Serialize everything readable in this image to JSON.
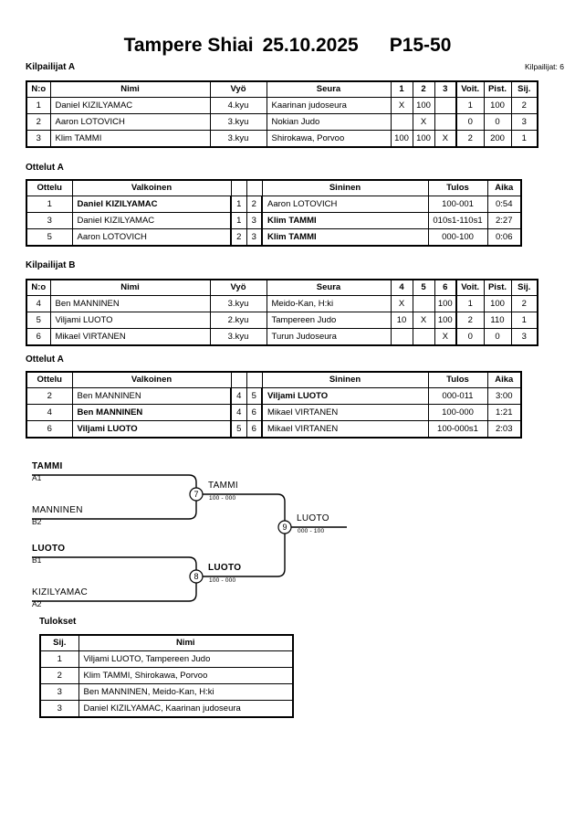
{
  "header": {
    "event": "Tampere Shiai",
    "date": "25.10.2025",
    "category": "P15-50",
    "entrants_label": "Kilpailijat: 6"
  },
  "pool_a": {
    "caption": "Kilpailijat A",
    "columns": [
      "N:o",
      "Nimi",
      "Vyö",
      "Seura",
      "1",
      "2",
      "3",
      "Voit.",
      "Pist.",
      "Sij."
    ],
    "rows": [
      {
        "no": "1",
        "name": "Daniel KIZILYAMAC",
        "grade": "4.kyu",
        "club": "Kaarinan judoseura",
        "m1": "X",
        "m2": "100",
        "m3": "",
        "wins": "1",
        "points": "100",
        "rank": "2"
      },
      {
        "no": "2",
        "name": "Aaron LOTOVICH",
        "grade": "3.kyu",
        "club": "Nokian Judo",
        "m1": "",
        "m2": "X",
        "m3": "",
        "wins": "0",
        "points": "0",
        "rank": "3"
      },
      {
        "no": "3",
        "name": "Klim TAMMI",
        "grade": "3.kyu",
        "club": "Shirokawa, Porvoo",
        "m1": "100",
        "m2": "100",
        "m3": "X",
        "wins": "2",
        "points": "200",
        "rank": "1"
      }
    ]
  },
  "bouts_a": {
    "caption": "Ottelut A",
    "columns": [
      "Ottelu",
      "Valkoinen",
      "",
      "",
      "Sininen",
      "Tulos",
      "Aika"
    ],
    "rows": [
      {
        "bout": "1",
        "white": "Daniel KIZILYAMAC",
        "white_bold": true,
        "wno": "1",
        "bno": "2",
        "blue": "Aaron LOTOVICH",
        "blue_bold": false,
        "result": "100-001",
        "time": "0:54"
      },
      {
        "bout": "3",
        "white": "Daniel KIZILYAMAC",
        "white_bold": false,
        "wno": "1",
        "bno": "3",
        "blue": "Klim TAMMI",
        "blue_bold": true,
        "result": "010s1-110s1",
        "time": "2:27"
      },
      {
        "bout": "5",
        "white": "Aaron LOTOVICH",
        "white_bold": false,
        "wno": "2",
        "bno": "3",
        "blue": "Klim TAMMI",
        "blue_bold": true,
        "result": "000-100",
        "time": "0:06"
      }
    ]
  },
  "pool_b": {
    "caption": "Kilpailijat B",
    "columns": [
      "N:o",
      "Nimi",
      "Vyö",
      "Seura",
      "4",
      "5",
      "6",
      "Voit.",
      "Pist.",
      "Sij."
    ],
    "rows": [
      {
        "no": "4",
        "name": "Ben MANNINEN",
        "grade": "3.kyu",
        "club": "Meido-Kan, H:ki",
        "m1": "X",
        "m2": "",
        "m3": "100",
        "wins": "1",
        "points": "100",
        "rank": "2"
      },
      {
        "no": "5",
        "name": "Viljami LUOTO",
        "grade": "2.kyu",
        "club": "Tampereen Judo",
        "m1": "10",
        "m2": "X",
        "m3": "100",
        "wins": "2",
        "points": "110",
        "rank": "1"
      },
      {
        "no": "6",
        "name": "Mikael VIRTANEN",
        "grade": "3.kyu",
        "club": "Turun Judoseura",
        "m1": "",
        "m2": "",
        "m3": "X",
        "wins": "0",
        "points": "0",
        "rank": "3"
      }
    ]
  },
  "bouts_b": {
    "caption": "Ottelut A",
    "columns": [
      "Ottelu",
      "Valkoinen",
      "",
      "",
      "Sininen",
      "Tulos",
      "Aika"
    ],
    "rows": [
      {
        "bout": "2",
        "white": "Ben MANNINEN",
        "white_bold": false,
        "wno": "4",
        "bno": "5",
        "blue": "Viljami LUOTO",
        "blue_bold": true,
        "result": "000-011",
        "time": "3:00"
      },
      {
        "bout": "4",
        "white": "Ben MANNINEN",
        "white_bold": true,
        "wno": "4",
        "bno": "6",
        "blue": "Mikael VIRTANEN",
        "blue_bold": false,
        "result": "100-000",
        "time": "1:21"
      },
      {
        "bout": "6",
        "white": "Viljami LUOTO",
        "white_bold": true,
        "wno": "5",
        "bno": "6",
        "blue": "Mikael VIRTANEN",
        "blue_bold": false,
        "result": "100-000s1",
        "time": "2:03"
      }
    ]
  },
  "bracket": {
    "entries": [
      {
        "name": "TAMMI",
        "seed": "A1",
        "bold": true
      },
      {
        "name": "MANNINEN",
        "seed": "B2",
        "bold": false
      },
      {
        "name": "LUOTO",
        "seed": "B1",
        "bold": true
      },
      {
        "name": "KIZILYAMAC",
        "seed": "A2",
        "bold": false
      }
    ],
    "semifinals": [
      {
        "number": "7",
        "winner": "TAMMI",
        "score": "100 - 000",
        "bold": false
      },
      {
        "number": "8",
        "winner": "LUOTO",
        "score": "100 - 000",
        "bold": true
      }
    ],
    "final": {
      "number": "9",
      "winner": "LUOTO",
      "score": "000 - 100",
      "bold": false
    }
  },
  "results": {
    "caption": "Tulokset",
    "columns": [
      "Sij.",
      "Nimi"
    ],
    "rows": [
      {
        "rank": "1",
        "name": "Viljami LUOTO, Tampereen Judo"
      },
      {
        "rank": "2",
        "name": "Klim TAMMI, Shirokawa, Porvoo"
      },
      {
        "rank": "3",
        "name": "Ben MANNINEN, Meido-Kan, H:ki"
      },
      {
        "rank": "3",
        "name": "Daniel KIZILYAMAC, Kaarinan judoseura"
      }
    ]
  }
}
